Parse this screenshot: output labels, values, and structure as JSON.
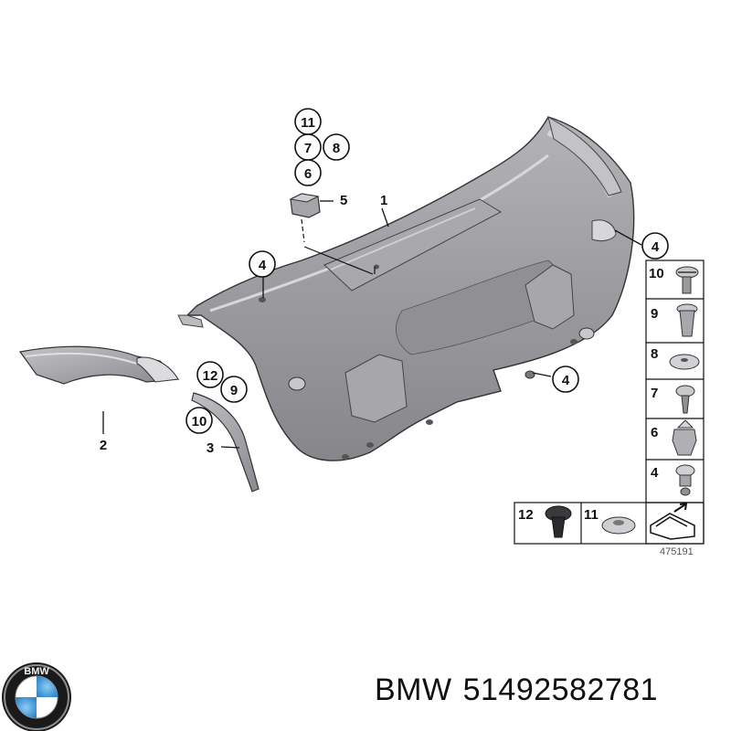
{
  "diagram": {
    "part_callouts": {
      "c1": "1",
      "c2": "2",
      "c3": "3",
      "c4a": "4",
      "c4b": "4",
      "c4c": "4",
      "c5": "5",
      "c6": "6",
      "c7": "7",
      "c8": "8",
      "c9": "9",
      "c10": "10",
      "c11": "11",
      "c12": "12"
    },
    "legend": {
      "r10": "10",
      "r9": "9",
      "r8": "8",
      "r7": "7",
      "r6": "6",
      "r4": "4",
      "b12": "12",
      "b11": "11"
    },
    "drawing_number": "475191"
  },
  "logo": {
    "text": "BMW"
  },
  "caption": {
    "brand": "BMW",
    "part_number": "51492582781"
  },
  "colors": {
    "panel": "#9a9a9e",
    "panel_dark": "#7d7d82",
    "panel_light": "#b9b9bd",
    "line": "#111111"
  }
}
